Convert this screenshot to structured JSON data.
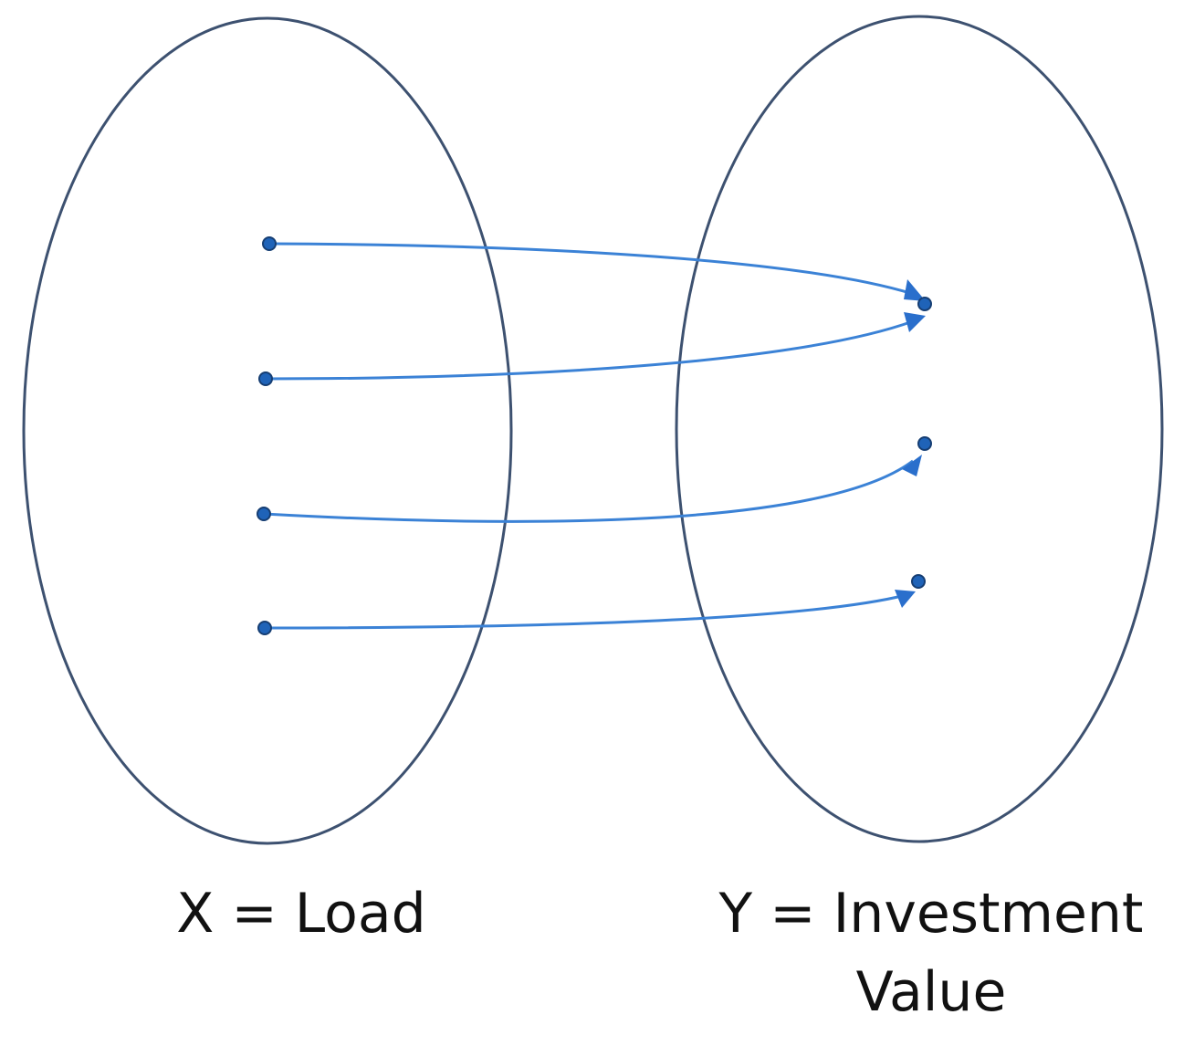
{
  "labels": {
    "domain": "X = Load",
    "codomain_line1": "Y = Investment",
    "codomain_line2": "Value"
  },
  "colors": {
    "ellipse_stroke": "#3d5170",
    "point_fill": "#1f63b8",
    "arrow_stroke": "#3b82d6"
  },
  "mapping": {
    "domain_point_count": 4,
    "codomain_point_count": 3,
    "arrows": [
      {
        "from": 1,
        "to": 1
      },
      {
        "from": 2,
        "to": 1
      },
      {
        "from": 3,
        "to": 2
      },
      {
        "from": 4,
        "to": 3
      }
    ]
  }
}
